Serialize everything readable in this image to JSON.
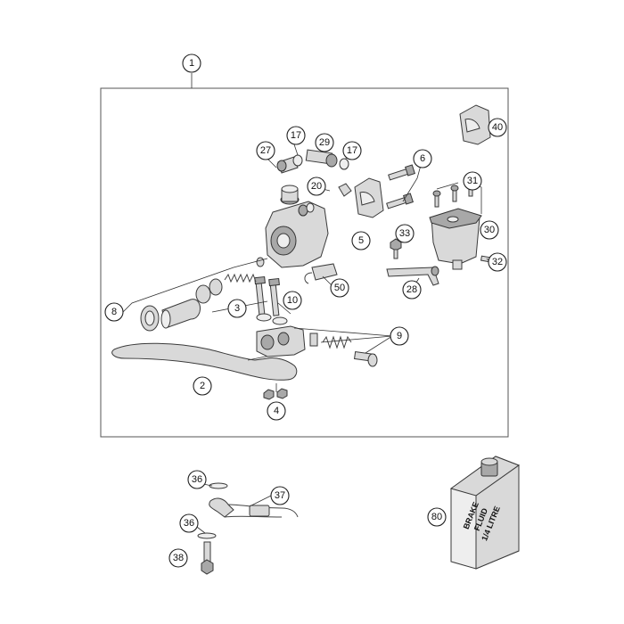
{
  "callouts": {
    "c1": "1",
    "c2": "2",
    "c3": "3",
    "c4": "4",
    "c5": "5",
    "c6": "6",
    "c8": "8",
    "c9": "9",
    "c10": "10",
    "c17a": "17",
    "c17b": "17",
    "c20": "20",
    "c27": "27",
    "c28": "28",
    "c29": "29",
    "c30": "30",
    "c31": "31",
    "c32": "32",
    "c33": "33",
    "c36a": "36",
    "c36b": "36",
    "c37": "37",
    "c38": "38",
    "c40": "40",
    "c50": "50",
    "c80": "80"
  },
  "brake_fluid_label": {
    "line1": "BRAKE",
    "line2": "FLUID",
    "line3": "1/4 LITRE"
  },
  "colors": {
    "line": "#333333",
    "part_fill": "#d9d9d9",
    "part_dark": "#a8a8a8"
  }
}
